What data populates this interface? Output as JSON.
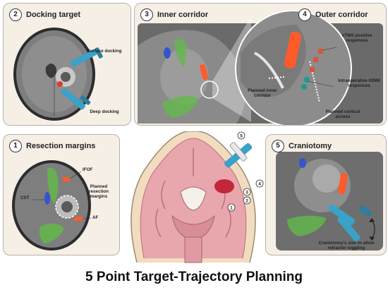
{
  "panels": {
    "docking": {
      "number": "2",
      "title": "Docking target",
      "surface_label": "Surface docking",
      "deep_label": "Deep docking"
    },
    "inner": {
      "number": "3",
      "title": "Inner corridor",
      "planned_inner_label": "Planned inner corridor"
    },
    "outer": {
      "number": "4",
      "title": "Outer corridor",
      "ntms_label": "nTMS positive responses",
      "ionm_label": "Intraoperative IONM responses",
      "cortical_label": "Planned cortical access"
    },
    "resection": {
      "number": "1",
      "title": "Resection margins",
      "ifof_label": "IFOF",
      "cst_label": "CST",
      "margins_label": "Planned resection margins",
      "af_label": "AF"
    },
    "craniotomy": {
      "number": "5",
      "title": "Craniotomy",
      "size_label": "Craniotomy's size to allow retractor toggling"
    }
  },
  "center": {
    "markers": [
      "1",
      "2",
      "3",
      "4",
      "5"
    ]
  },
  "footer": {
    "title": "5 Point Target-Trajectory Planning"
  },
  "colors": {
    "panel_bg": "#f6efe6",
    "tract_green": "#62b94a",
    "ntms_red": "#ff5a2a",
    "tool_blue": "#3aa2c8",
    "brain_pink": "#e8a6ad"
  }
}
